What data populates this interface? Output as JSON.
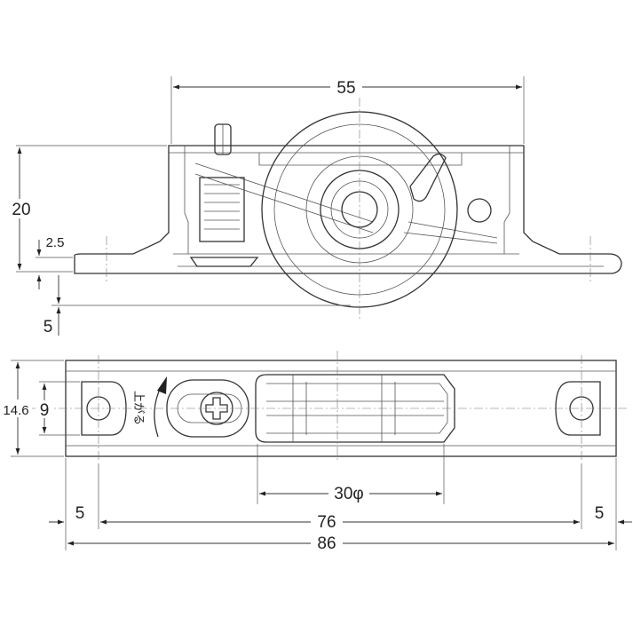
{
  "dimensions": {
    "top_width": "55",
    "height": "20",
    "flange": "2.5",
    "drop": "5",
    "body_height": "14.6",
    "slot_height": "9",
    "wheel_diameter": "30φ",
    "left_offset": "5",
    "hole_spacing": "76",
    "right_offset": "5",
    "total_length": "86"
  },
  "labels": {
    "up_marker": "上がる"
  }
}
